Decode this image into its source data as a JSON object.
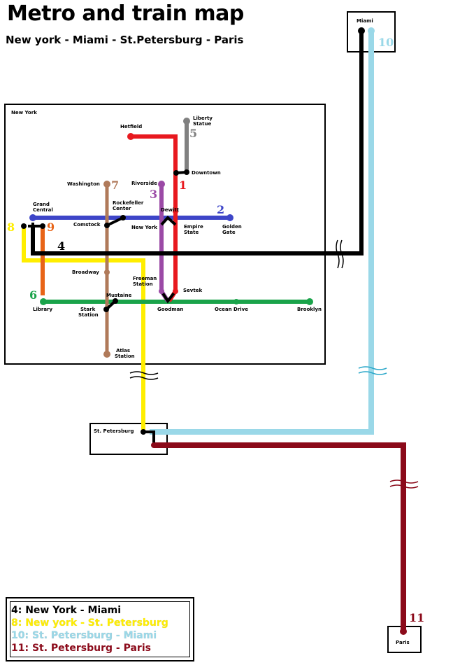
{
  "header": {
    "title": "Metro and train map",
    "subtitle": "New york - Miami - St.Petersburg - Paris"
  },
  "boxes": {
    "new_york": "New York",
    "miami": "Miami",
    "st_petersburg": "St. Petersburg",
    "paris": "Paris"
  },
  "stations": {
    "hetfield": "Hetfield",
    "liberty": "Liberty",
    "statue": "Statue",
    "downtown": "Downtown",
    "washington": "Washington",
    "riverside": "Riverside",
    "grand": "Grand",
    "central": "Central",
    "rockefeller": "Rockefeller",
    "center": "Center",
    "dewitt": "Dewitt",
    "comstock": "Comstock",
    "new_york": "New York",
    "empire": "Empire",
    "state": "State",
    "golden": "Golden",
    "gate": "Gate",
    "broadway": "Broadway",
    "freeman": "Freeman",
    "station_freeman": "Station",
    "mustaine": "Mustaine",
    "sevtek": "Sevtek",
    "library": "Library",
    "stark": "Stark",
    "station_stark": "Station",
    "goodman": "Goodman",
    "ocean_drive": "Ocean Drive",
    "brooklyn": "Brooklyn",
    "atlas": "Atlas",
    "station_atlas": "Station"
  },
  "line_numbers": {
    "l1": "1",
    "l2": "2",
    "l3": "3",
    "l4": "4",
    "l5": "5",
    "l6": "6",
    "l7": "7",
    "l8": "8",
    "l9": "9",
    "l10": "10",
    "l11": "11"
  },
  "legend": {
    "items": [
      {
        "text": "4: New York - Miami",
        "color": "#000000"
      },
      {
        "text": "8: New york - St. Petersburg",
        "color": "#ffee00"
      },
      {
        "text": "10: St. Petersburg - Miami",
        "color": "#9ad8e8"
      },
      {
        "text": "11: St. Petersburg - Paris",
        "color": "#8b0a1a"
      }
    ]
  },
  "colors": {
    "line1": "#e8191f",
    "line2": "#3d45c8",
    "line3": "#9b4aa6",
    "line4": "#000000",
    "line5": "#808080",
    "line6": "#1aa34a",
    "line7": "#b07a5a",
    "line8": "#ffee00",
    "line9": "#e86417",
    "line10": "#9ad8e8",
    "line11": "#8b0a1a"
  }
}
